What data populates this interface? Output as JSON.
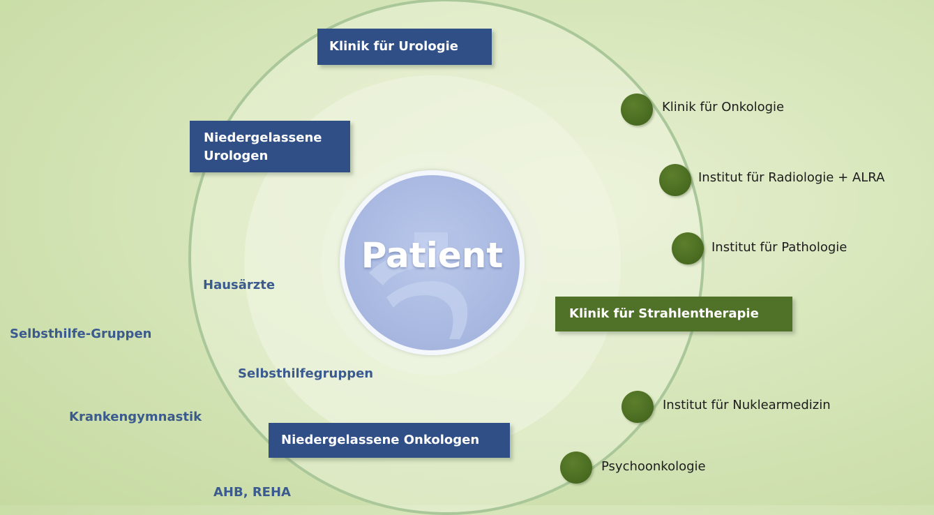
{
  "center": {
    "label": "Patient"
  },
  "boxes": {
    "urologie": "Klinik für Urologie",
    "niedergelassene_urologen_line1": "Niedergelassene",
    "niedergelassene_urologen_line2": "Urologen",
    "strahlentherapie": "Klinik für Strahlentherapie",
    "niedergelassene_onkologen": "Niedergelassene Onkologen"
  },
  "plain_labels": {
    "hausaerzte": "Hausärzte",
    "selbsthilfe_gruppen": "Selbsthilfe-Gruppen",
    "selbsthilfegruppen": "Selbsthilfegruppen",
    "krankengymnastik": "Krankengymnastik",
    "ahb_reha": "AHB, REHA"
  },
  "partners": [
    "Klinik für Onkologie",
    "Institut für Radiologie + ALRA",
    "Institut für Pathologie",
    "Institut für Nuklearmedizin",
    "Psychoonkologie"
  ],
  "colors": {
    "box_blue": "#2f4f86",
    "box_green": "#4f7228",
    "plain_text_blue": "#3b5a8e",
    "dot_green": "#486a20",
    "patient_disc": "#a9b9e1"
  }
}
